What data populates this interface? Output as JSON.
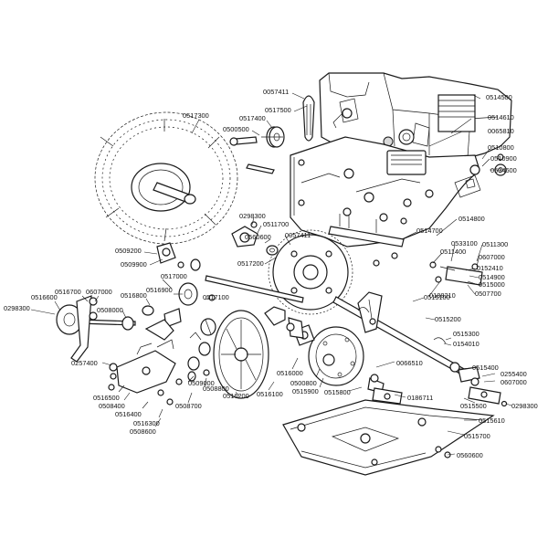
{
  "labels": [
    "0057411",
    "0517500",
    "0514500",
    "0517300",
    "0517400",
    "0514610",
    "0500500",
    "0065810",
    "0510800",
    "0510900",
    "0534600",
    "0298300",
    "0511700",
    "0560600",
    "0057411",
    "0509200",
    "0509900",
    "0517200",
    "0514800",
    "0514700",
    "0533100",
    "0511300",
    "0511400",
    "0607000",
    "0152410",
    "0514900",
    "0515000",
    "0188210",
    "0507700",
    "0516700",
    "0607000",
    "0516800",
    "0516600",
    "0516900",
    "0517000",
    "0298300",
    "0508000",
    "0517100",
    "0515100",
    "0515200",
    "0515300",
    "0154010",
    "0257400",
    "0516500",
    "0508400",
    "0516400",
    "0516300",
    "0508600",
    "0509000",
    "0508700",
    "0508800",
    "0516200",
    "0516000",
    "0516100",
    "0500800",
    "0515900",
    "0066510",
    "0515800",
    "0515400",
    "0255400",
    "0607000",
    "0186711",
    "0515500",
    "0298300",
    "0515610",
    "0515700",
    "0560600"
  ]
}
